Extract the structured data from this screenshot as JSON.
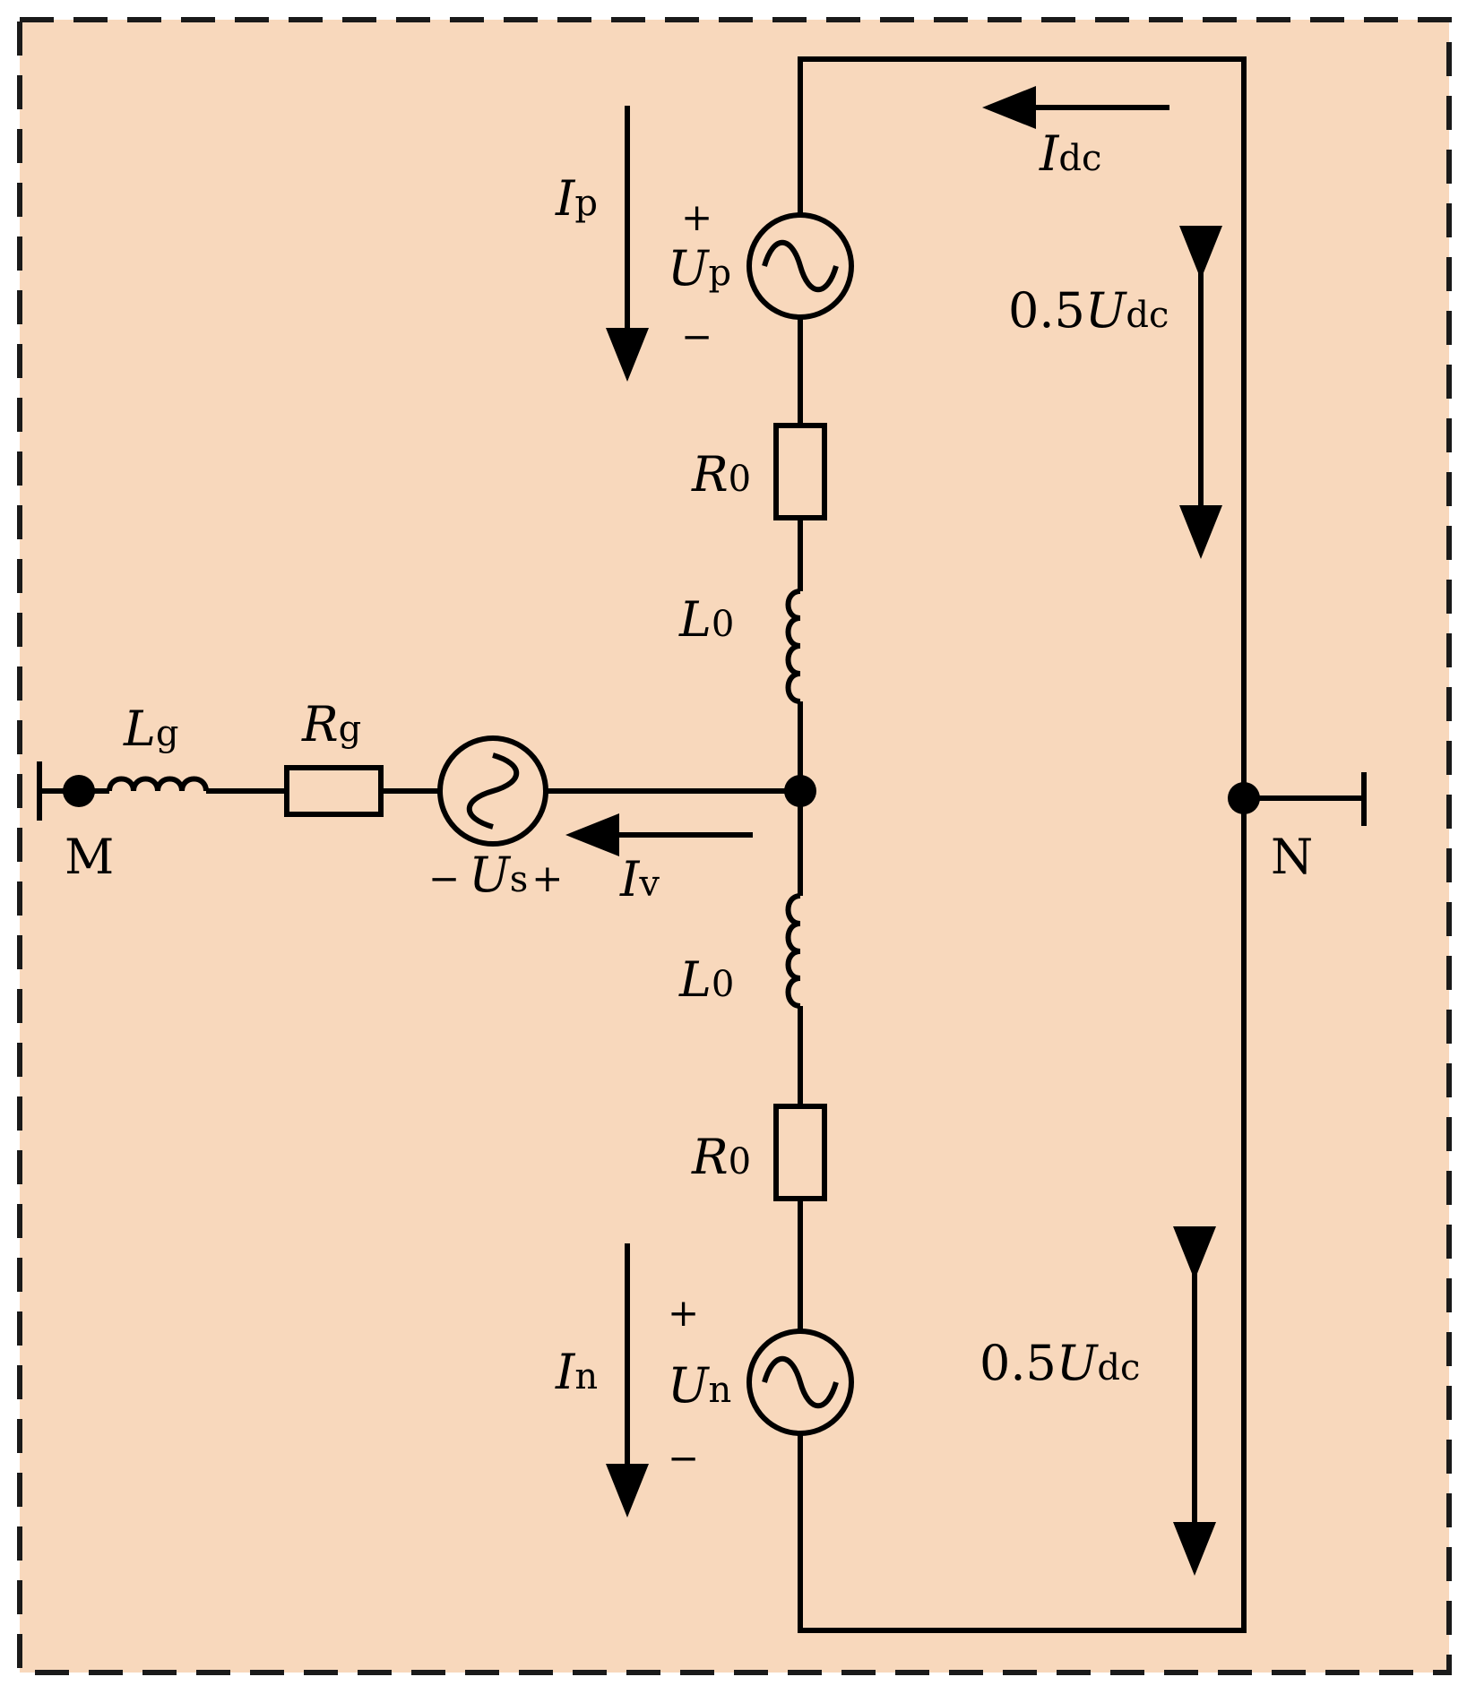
{
  "colors": {
    "background": "#f8d8bc",
    "frame": "#1a1a1a",
    "line": "#000000"
  },
  "labels": {
    "Ip": {
      "main": "I",
      "sub": "p"
    },
    "Up": {
      "main": "U",
      "sub": "p"
    },
    "Up_plus": "+",
    "Up_minus": "−",
    "Idc": {
      "main": "I",
      "sub": "dc"
    },
    "Udc_top": {
      "pre": "0.5",
      "main": "U",
      "sub": "dc"
    },
    "R0_top": {
      "main": "R",
      "sub": "0"
    },
    "L0_top": {
      "main": "L",
      "sub": "0"
    },
    "Lg": {
      "main": "L",
      "sub": "g"
    },
    "Rg": {
      "main": "R",
      "sub": "g"
    },
    "M": "M",
    "N": "N",
    "Us": {
      "minus": "−",
      "main": "U",
      "sub": "s",
      "plus": "+"
    },
    "Iv": {
      "main": "I",
      "sub": "v"
    },
    "L0_bot": {
      "main": "L",
      "sub": "0"
    },
    "R0_bot": {
      "main": "R",
      "sub": "0"
    },
    "In": {
      "main": "I",
      "sub": "n"
    },
    "Un": {
      "main": "U",
      "sub": "n"
    },
    "Un_plus": "+",
    "Un_minus": "−",
    "Udc_bot": {
      "pre": "0.5",
      "main": "U",
      "sub": "dc"
    }
  }
}
